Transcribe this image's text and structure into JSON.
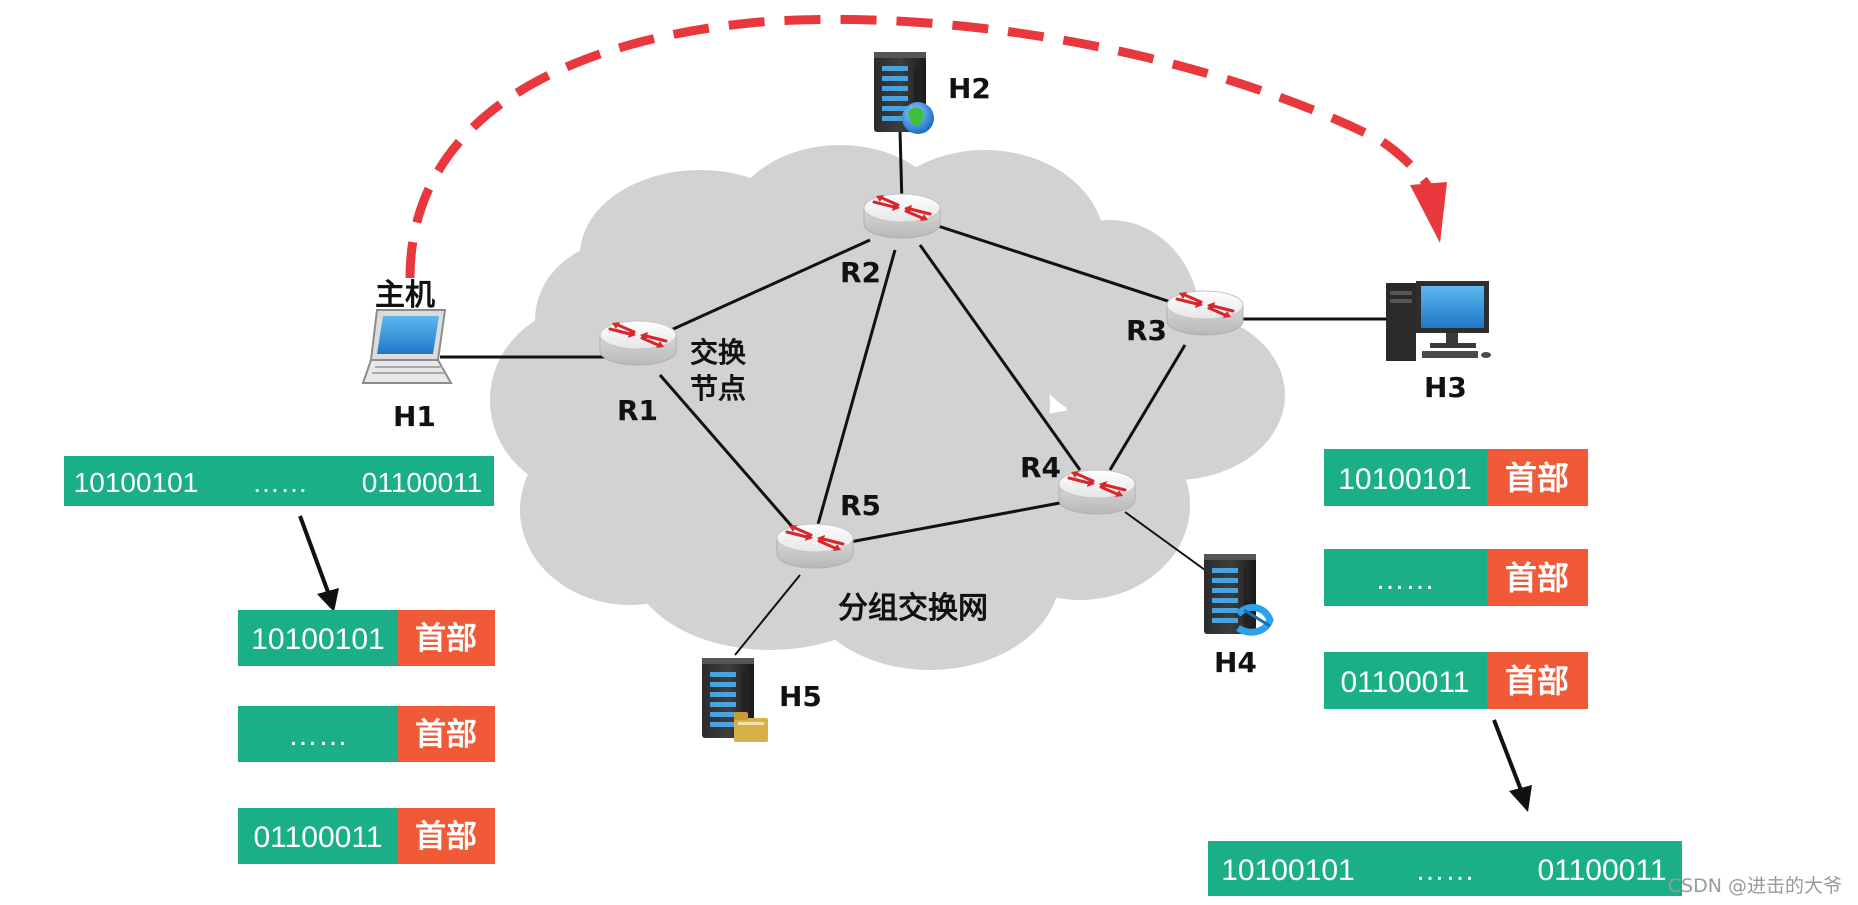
{
  "colors": {
    "packet_green": "#1aaf86",
    "header_orange": "#f15a37",
    "cloud_gray": "#d2d2d2",
    "arrow_red": "#e8383d",
    "link_black": "#111111"
  },
  "hosts": {
    "h1": {
      "label": "H1",
      "caption": "主机",
      "icon": "laptop-icon"
    },
    "h2": {
      "label": "H2",
      "icon": "web-server-icon"
    },
    "h3": {
      "label": "H3",
      "icon": "desktop-computer-icon"
    },
    "h4": {
      "label": "H4",
      "icon": "media-server-icon"
    },
    "h5": {
      "label": "H5",
      "icon": "file-server-icon"
    }
  },
  "routers": {
    "r1": {
      "label": "R1"
    },
    "r2": {
      "label": "R2"
    },
    "r3": {
      "label": "R3"
    },
    "r4": {
      "label": "R4"
    },
    "r5": {
      "label": "R5"
    }
  },
  "network": {
    "switch_node_line1": "交换",
    "switch_node_line2": "节点",
    "cloud_label": "分组交换网"
  },
  "left_message": {
    "part1": "10100101",
    "part2": "……",
    "part3": "01100011"
  },
  "left_packets": [
    {
      "data": "10100101",
      "header": "首部"
    },
    {
      "data": "……",
      "header": "首部"
    },
    {
      "data": "01100011",
      "header": "首部"
    }
  ],
  "right_packets": [
    {
      "data": "10100101",
      "header": "首部"
    },
    {
      "data": "……",
      "header": "首部"
    },
    {
      "data": "01100011",
      "header": "首部"
    }
  ],
  "right_message": {
    "part1": "10100101",
    "part2": "……",
    "part3": "01100011"
  },
  "watermark": "CSDN @进击的大爷"
}
